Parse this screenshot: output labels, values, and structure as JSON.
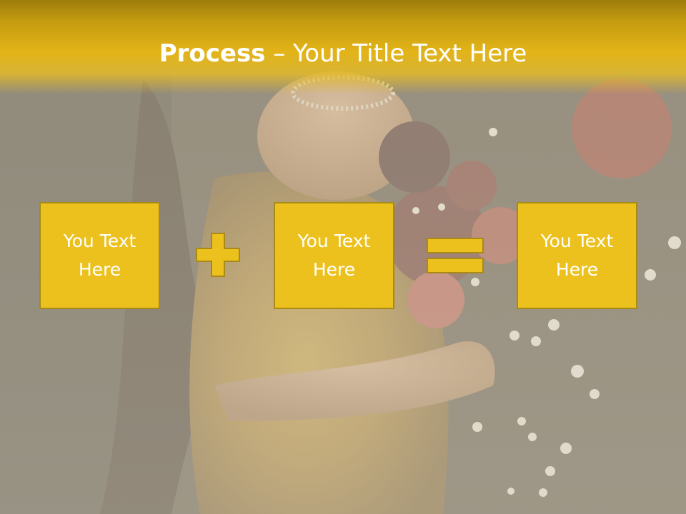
{
  "title": {
    "bold": "Process",
    "rest": " – Your Title Text Here"
  },
  "boxes": [
    {
      "line1": "You Text",
      "line2": "Here"
    },
    {
      "line1": "You Text",
      "line2": "Here"
    },
    {
      "line1": "You Text",
      "line2": "Here"
    }
  ],
  "operators": [
    "plus-icon",
    "equals-icon"
  ],
  "colors": {
    "accent": "#ecc11e",
    "border": "#a88a14",
    "title_bar": "#e3b418",
    "text": "#ffffff"
  }
}
